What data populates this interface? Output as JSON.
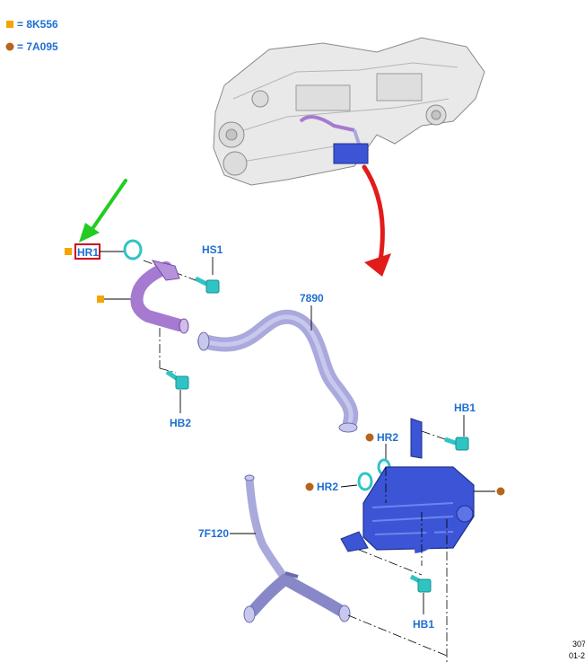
{
  "legend": [
    {
      "text": "= 8K556",
      "marker": "square",
      "color": "#f5a400"
    },
    {
      "text": "= 7A095",
      "marker": "dot",
      "color": "#b5651d"
    }
  ],
  "labels": {
    "hr1": "HR1",
    "hs1": "HS1",
    "hb2": "HB2",
    "p7890": "7890",
    "hb1_top": "HB1",
    "hr2_top": "HR2",
    "hr2_left": "HR2",
    "p7f120": "7F120",
    "hb1_bottom": "HB1"
  },
  "footer": {
    "line1": "307",
    "line2": "01-2"
  },
  "colors": {
    "label_blue": "#1f6fd1",
    "square_marker": "#f5a400",
    "dot_marker": "#b5651d",
    "highlight_box": "#d0021b",
    "green_arrow": "#22cc22",
    "red_arrow": "#e21b1b",
    "bolt_cyan": "#2fc4c4",
    "purple_pipe": "#a57ad0",
    "lavender_hose": "#a9a9dc",
    "cooler_blue": "#3b55d6"
  }
}
